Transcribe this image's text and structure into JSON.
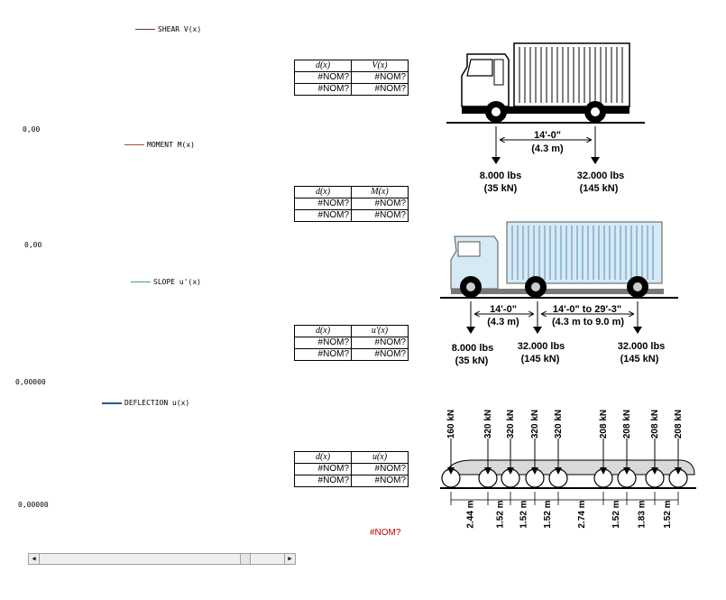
{
  "panels": [
    {
      "legend": "SHEAR V(x)",
      "color": "#6b2b6b",
      "axis": "0,00",
      "head1": "d(x)",
      "head2": "V(x)",
      "rows": [
        [
          "#NOM?",
          "#NOM?"
        ],
        [
          "#NOM?",
          "#NOM?"
        ]
      ]
    },
    {
      "legend": "MOMENT M(x)",
      "color": "#a0522d",
      "axis": "0,00",
      "head1": "d(x)",
      "head2": "M(x)",
      "rows": [
        [
          "#NOM?",
          "#NOM?"
        ],
        [
          "#NOM?",
          "#NOM?"
        ]
      ]
    },
    {
      "legend": "SLOPE u'(x)",
      "color": "#3a9a8a",
      "axis": "0,00000",
      "head1": "d(x)",
      "head2": "u'(x)",
      "rows": [
        [
          "#NOM?",
          "#NOM?"
        ],
        [
          "#NOM?",
          "#NOM?"
        ]
      ]
    },
    {
      "legend": "DEFLECTION u(x)",
      "color": "#1f5a96",
      "axis": "0,00000",
      "head1": "d(x)",
      "head2": "u(x)",
      "rows": [
        [
          "#NOM?",
          "#NOM?"
        ],
        [
          "#NOM?",
          "#NOM?"
        ]
      ]
    }
  ],
  "error_text": "#NOM?",
  "scrollbar": {
    "left_arrow": "◀",
    "right_arrow": "▶"
  },
  "truck1": {
    "spacing": "14'-0\"",
    "spacing_m": "(4.3 m)",
    "load1": "8.000 lbs",
    "load1_kn": "(35 kN)",
    "load2": "32.000 lbs",
    "load2_kn": "(145 kN)"
  },
  "truck2": {
    "spacing1": "14'-0\"",
    "spacing1_m": "(4.3 m)",
    "spacing2": "14'-0\" to 29'-3\"",
    "spacing2_m": "(4.3 m to 9.0 m)",
    "load1": "8.000 lbs",
    "load1_kn": "(35 kN)",
    "load2": "32.000 lbs",
    "load2_kn": "(145 kN)",
    "load3": "32.000 lbs",
    "load3_kn": "(145 kN)"
  },
  "train": {
    "loads": [
      "160 kN",
      "320 kN",
      "320 kN",
      "320 kN",
      "320 kN",
      "208 kN",
      "208 kN",
      "208 kN",
      "208 kN"
    ],
    "spacings": [
      "2.44 m",
      "1.52 m",
      "1.52 m",
      "1.52 m",
      "2.74 m",
      "1.52 m",
      "1.83 m",
      "1.52 m"
    ]
  }
}
